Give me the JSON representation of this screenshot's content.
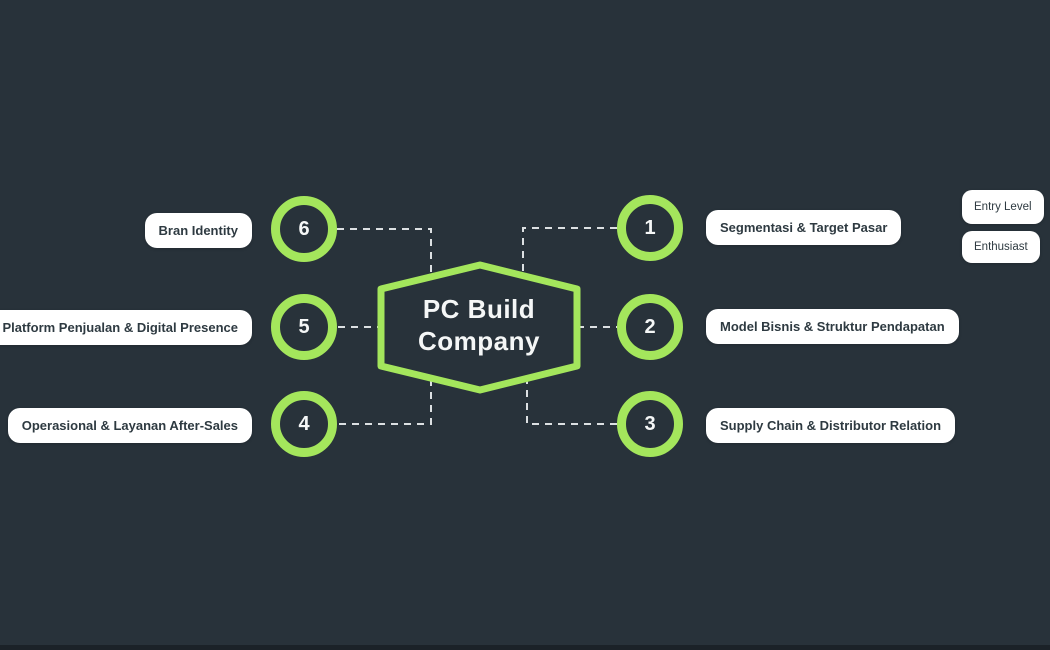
{
  "theme": {
    "bg": "#28323A",
    "accent": "#A4E65C",
    "line": "#DCE0E2",
    "box_bg": "#FFFFFF",
    "text_dark": "#2E3A41",
    "title_color": "#F5F7F7",
    "bottom_bar": "#1B2228"
  },
  "center": {
    "title": "PC Build Company"
  },
  "nodes": {
    "left": [
      {
        "number": "6",
        "label": "Bran Identity"
      },
      {
        "number": "5",
        "label": "Platform Penjualan & Digital Presence"
      },
      {
        "number": "4",
        "label": "Operasional & Layanan After-Sales"
      }
    ],
    "right": [
      {
        "number": "1",
        "label": "Segmentasi & Target Pasar"
      },
      {
        "number": "2",
        "label": "Model Bisnis & Struktur Pendapatan"
      },
      {
        "number": "3",
        "label": "Supply Chain & Distributor Relation"
      }
    ]
  },
  "tags": [
    {
      "label": "Entry Level"
    },
    {
      "label": "Enthusiast"
    }
  ]
}
